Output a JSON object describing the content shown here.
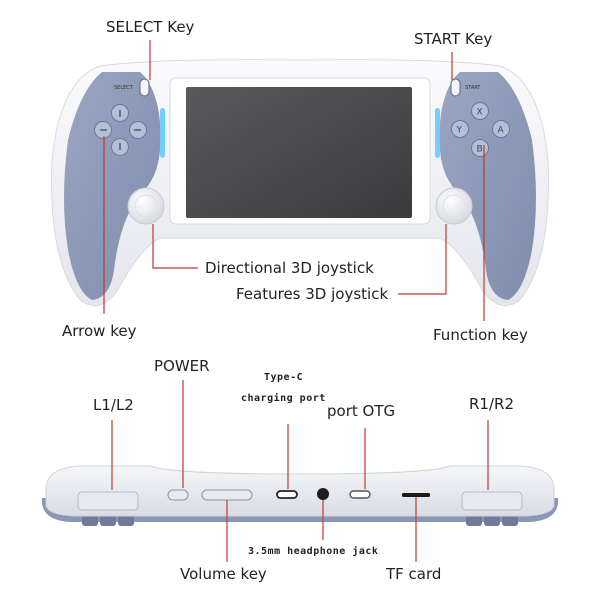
{
  "labels": {
    "select_key": "SELECT Key",
    "start_key": "START Key",
    "directional_joystick": "Directional 3D joystick",
    "features_joystick": "Features 3D joystick",
    "arrow_key": "Arrow key",
    "function_key": "Function key",
    "power": "POWER",
    "type_c_line1": "Type-C",
    "type_c_line2": "charging port",
    "port_otg": "port OTG",
    "l1l2": "L1/L2",
    "r1r2": "R1/R2",
    "headphone_jack": "3.5mm headphone jack",
    "volume_key": "Volume key",
    "tf_card": "TF card"
  },
  "device": {
    "select_print": "SELECT",
    "start_print": "START",
    "face_buttons": [
      "X",
      "Y",
      "A",
      "B"
    ]
  },
  "colors": {
    "body": "#f1f2f6",
    "grip": "#8a97b5",
    "leader": "#c0392b",
    "screen": "#4a4a4c",
    "glow": "#5ec8ff"
  }
}
